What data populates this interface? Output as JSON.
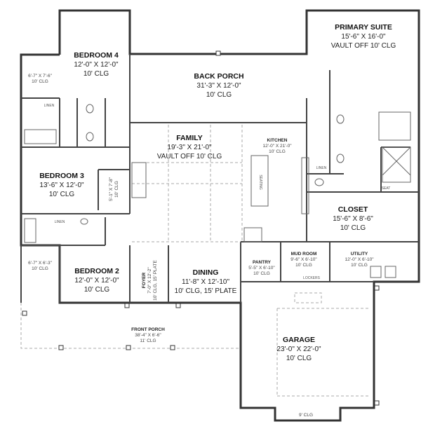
{
  "rooms": {
    "primary_suite": {
      "name": "PRIMARY SUITE",
      "size": "15'-6\" X 16'-0\"",
      "ceiling": "VAULT OFF 10' CLG"
    },
    "bedroom4": {
      "name": "BEDROOM 4",
      "size": "12'-0\" X 12'-0\"",
      "ceiling": "10' CLG"
    },
    "back_porch": {
      "name": "BACK PORCH",
      "size": "31'-3\" X 12'-0\"",
      "ceiling": "10' CLG"
    },
    "family": {
      "name": "FAMILY",
      "size": "19'-3\" X 21'-0\"",
      "ceiling": "VAULT OFF 10' CLG"
    },
    "bedroom3": {
      "name": "BEDROOM 3",
      "size": "13'-6\" X 12'-0\"",
      "ceiling": "10' CLG"
    },
    "kitchen": {
      "name": "KITCHEN",
      "size": "12'-0\" X 21'-0\"",
      "ceiling": "10' CLG"
    },
    "closet": {
      "name": "CLOSET",
      "size": "15'-6\" X 8'-6\"",
      "ceiling": "10' CLG"
    },
    "bedroom2": {
      "name": "BEDROOM 2",
      "size": "12'-0\" X 12'-0\"",
      "ceiling": "10' CLG"
    },
    "foyer": {
      "name": "FOYER",
      "size": "7'-0\" X 12'-2\"",
      "ceiling": "10' CLG, 15' PLATE"
    },
    "dining": {
      "name": "DINING",
      "size": "11'-8\" X 12'-10\"",
      "ceiling": "10' CLG, 15' PLATE"
    },
    "pantry": {
      "name": "PANTRY",
      "size": "5'-5\" X 6'-10\"",
      "ceiling": "10' CLG"
    },
    "mud_room": {
      "name": "MUD ROOM",
      "size": "9'-6\" X 6'-10\"",
      "ceiling": "10' CLG"
    },
    "utility": {
      "name": "UTILITY",
      "size": "12'-0\" X 6'-10\"",
      "ceiling": "10' CLG"
    },
    "front_porch": {
      "name": "FRONT PORCH",
      "size": "38'-4\" X 6'-6\"",
      "ceiling": "11' CLG"
    },
    "garage": {
      "name": "GARAGE",
      "size": "23'-0\" X 22'-0\"",
      "ceiling": "10' CLG"
    },
    "garage_bay": {
      "ceiling": "9' CLG"
    },
    "wic4": {
      "size": "6'-7\" X 7'-6\"",
      "ceiling": "10' CLG"
    },
    "wic3": {
      "size": "5'-1\" X 7'-8\"",
      "ceiling": "10' CLG"
    },
    "wic2": {
      "size": "6'-7\" X 6'-3\"",
      "ceiling": "10' CLG"
    }
  },
  "labels": {
    "linen": "LINEN",
    "lockers": "LOCKERS",
    "seat": "SEAT",
    "seating": "SEATING"
  }
}
